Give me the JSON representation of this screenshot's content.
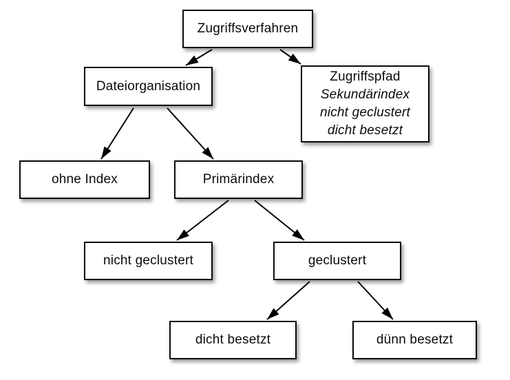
{
  "diagram": {
    "title": "Zugriffsverfahren tree",
    "background_color": "#ffffff",
    "box_fill_color": "#ffffff",
    "box_border_color": "#0b0b0b",
    "arrow_color": "#000000",
    "nodes": [
      {
        "id": "zugriffsverfahren",
        "label": "Zugriffsverfahren"
      },
      {
        "id": "dateiorganisation",
        "label": "Dateiorganisation"
      },
      {
        "id": "zugriffspfad",
        "lines": [
          "Zugriffspfad",
          "Sekundärindex",
          "nicht geclustert",
          "dicht besetzt"
        ],
        "line_styles": [
          "regular",
          "italic",
          "italic",
          "italic"
        ]
      },
      {
        "id": "ohne-index",
        "label": "ohne Index"
      },
      {
        "id": "primaerindex",
        "label": "Primärindex"
      },
      {
        "id": "nicht-geclustert",
        "label": "nicht geclustert"
      },
      {
        "id": "geclustert",
        "label": "geclustert"
      },
      {
        "id": "dicht-besetzt",
        "label": "dicht besetzt"
      },
      {
        "id": "duenn-besetzt",
        "label": "dünn besetzt"
      }
    ],
    "edges": [
      {
        "from": "Zugriffsverfahren",
        "to": "Dateiorganisation"
      },
      {
        "from": "Zugriffsverfahren",
        "to": "Zugriffspfad"
      },
      {
        "from": "Dateiorganisation",
        "to": "ohne Index"
      },
      {
        "from": "Dateiorganisation",
        "to": "Primärindex"
      },
      {
        "from": "Primärindex",
        "to": "nicht geclustert"
      },
      {
        "from": "Primärindex",
        "to": "geclustert"
      },
      {
        "from": "geclustert",
        "to": "dicht besetzt"
      },
      {
        "from": "geclustert",
        "to": "dünn besetzt"
      }
    ]
  }
}
